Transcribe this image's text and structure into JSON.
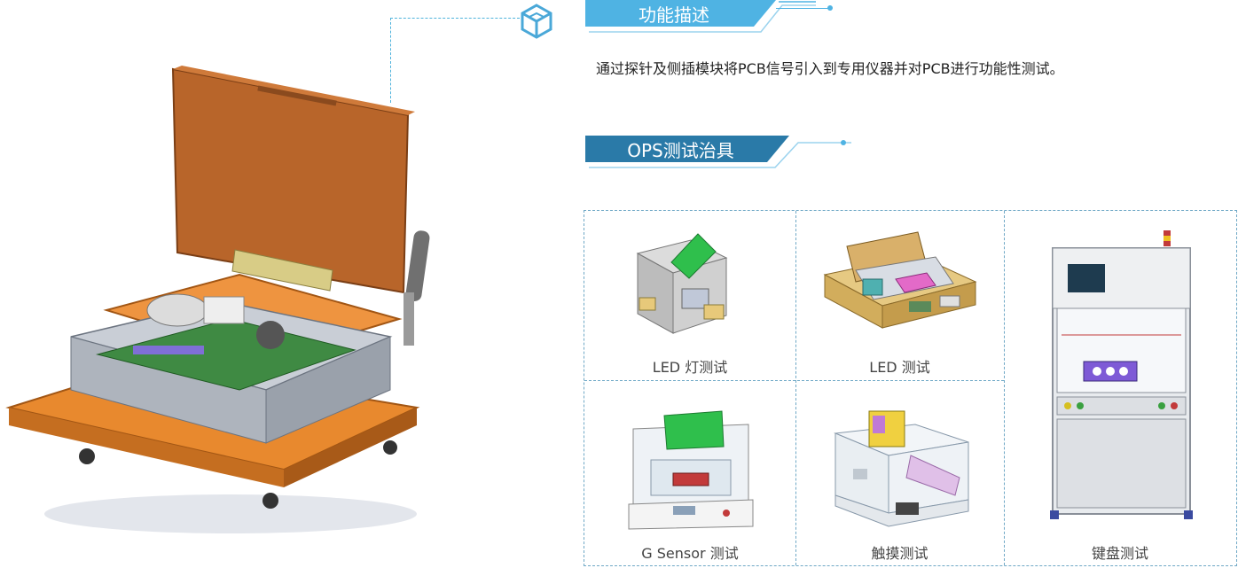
{
  "feature": {
    "heading": "功能描述",
    "description": "通过探针及侧插模块将PCB信号引入到专用仪器并对PCB进行功能性测试。"
  },
  "section": {
    "heading": "OPS测试治具"
  },
  "icons": {
    "cube": "cube-icon"
  },
  "colors": {
    "accent": "#4aa8d8",
    "banner_dark": "#2a7aa8",
    "fixture_orange": "#e8892e",
    "lid_brown": "#b8652a"
  },
  "products": [
    {
      "caption": "LED 灯测试"
    },
    {
      "caption": "LED 测试"
    },
    {
      "caption": "G Sensor 测试"
    },
    {
      "caption": "触摸测试"
    },
    {
      "caption": "键盘测试"
    }
  ]
}
